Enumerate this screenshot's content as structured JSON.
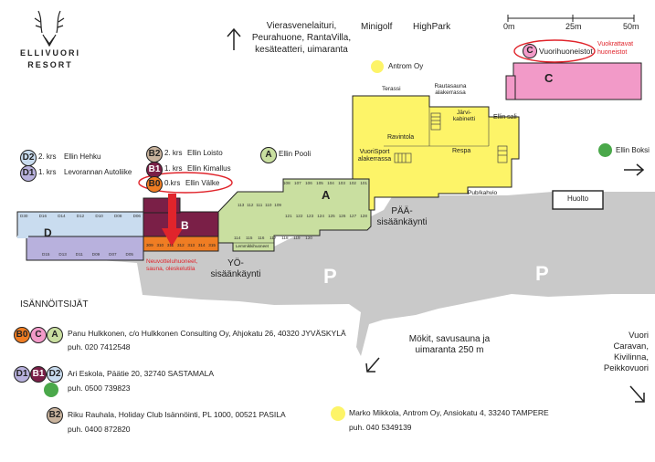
{
  "logo": {
    "name": "ELLIVUORI",
    "sub": "RESORT"
  },
  "scale": {
    "t0": "0m",
    "t1": "25m",
    "t2": "50m"
  },
  "top": {
    "north": "Vierasvenelaituri,\nPeurahuone, RantaVilla,\nkesäteatteri, uimaranta",
    "minigolf": "Minigolf",
    "highpark": "HighPark",
    "vuorihuoneistot": "Vuorihuoneistot",
    "vuokrattavat": "Vuokrattavat\nhuoneistot",
    "antrom": "Antrom Oy"
  },
  "main": {
    "terassi": "Terassi",
    "rautasauna": "Rautasauna\nalakerrassa",
    "jarvikabinetti": "Järvi-\nkabinetti",
    "ellinsali": "Ellin sali",
    "ravintola": "Ravintola",
    "vuorisport": "VuoriSport\nalakerrassa",
    "respa": "Respa",
    "pub": "Pub/kahvio",
    "huolto": "Huolto",
    "ellinboksi": "Ellin Boksi",
    "paasisaan": "PÄÄ-\nsisäänkäynti",
    "yosisaan": "YÖ-\nsisäänkäynti",
    "neuvottelu": "Neuvotteluhuoneet,\nsauna, oleskelutila",
    "lemmikki": "Lemmikkihuoneet",
    "p": "P",
    "mokit": "Mökit, savusauna ja\nuimaranta 250 m",
    "vuori": "Vuori\nCaravan,\nKivilinna,\nPeikkovuori",
    "isannoitsijat": "ISÄNNÖITSIJÄT"
  },
  "legend": [
    {
      "badge": "D2",
      "floor": "2. krs",
      "name": "Ellin Hehku"
    },
    {
      "badge": "D1",
      "floor": "1. krs",
      "name": "Levorannan Autoliike"
    },
    {
      "badge": "B2",
      "floor": "2. krs",
      "name": "Ellin Loisto"
    },
    {
      "badge": "B1",
      "floor": "1. krs",
      "name": "Ellin Kimallus"
    },
    {
      "badge": "B0",
      "floor": "0.krs",
      "name": "Ellin Välke"
    },
    {
      "badge": "A",
      "name": "Ellin Pooli"
    }
  ],
  "buildings": {
    "d": "D",
    "b": "B",
    "a": "A",
    "c": "C",
    "c_badge": "C",
    "d_row1": [
      "D30",
      "D16",
      "D14",
      "D12",
      "D10",
      "D08",
      "D06"
    ],
    "d_row2": [
      "D15",
      "D13",
      "D11",
      "D09",
      "D07",
      "D05"
    ],
    "b_row": [
      "309",
      "310",
      "311",
      "312",
      "313",
      "314",
      "315"
    ],
    "a_row_top": [
      "108",
      "107",
      "106",
      "105",
      "104",
      "103",
      "102",
      "101"
    ],
    "a_row_mid": [
      "113",
      "112",
      "111",
      "110",
      "109"
    ],
    "a_row_mid2": [
      "121",
      "122",
      "123",
      "124",
      "125",
      "126",
      "127",
      "128"
    ],
    "a_row_bot": [
      "114",
      "115",
      "116",
      "117",
      "118",
      "119",
      "120"
    ]
  },
  "contacts": [
    {
      "badges": [
        "B0",
        "C",
        "A"
      ],
      "line1": "Panu Hulkkonen, c/o Hulkkonen Consulting Oy, Ahjokatu 26, 40320 JYVÄSKYLÄ",
      "line2": "puh. 020 7412548"
    },
    {
      "badges": [
        "D1",
        "B1",
        "D2"
      ],
      "line1": "Ari Eskola, Päätie 20, 32740 SASTAMALA",
      "line2": "puh. 0500 739823"
    },
    {
      "badges": [
        "B2"
      ],
      "line1": "Riku Rauhala, Holiday Club Isännöinti, PL 1000, 00521 PASILA",
      "line2": "puh. 0400 872820"
    },
    {
      "badges": [],
      "line1": "Marko Mikkola, Antrom Oy, Ansiokatu 4, 33240 TAMPERE",
      "line2": "puh. 040 5349139"
    }
  ],
  "colors": {
    "d": "#c9dcef",
    "d_lower": "#b8b1dd",
    "b_upper": "#7a1f47",
    "b_lower": "#ef7d23",
    "a": "#c9dfa0",
    "c": "#f29ac8",
    "yellow": "#fdf468",
    "gray": "#c9c9c9",
    "red": "#e0242b",
    "green": "#4aa84a",
    "purple": "#5b2a7e"
  }
}
